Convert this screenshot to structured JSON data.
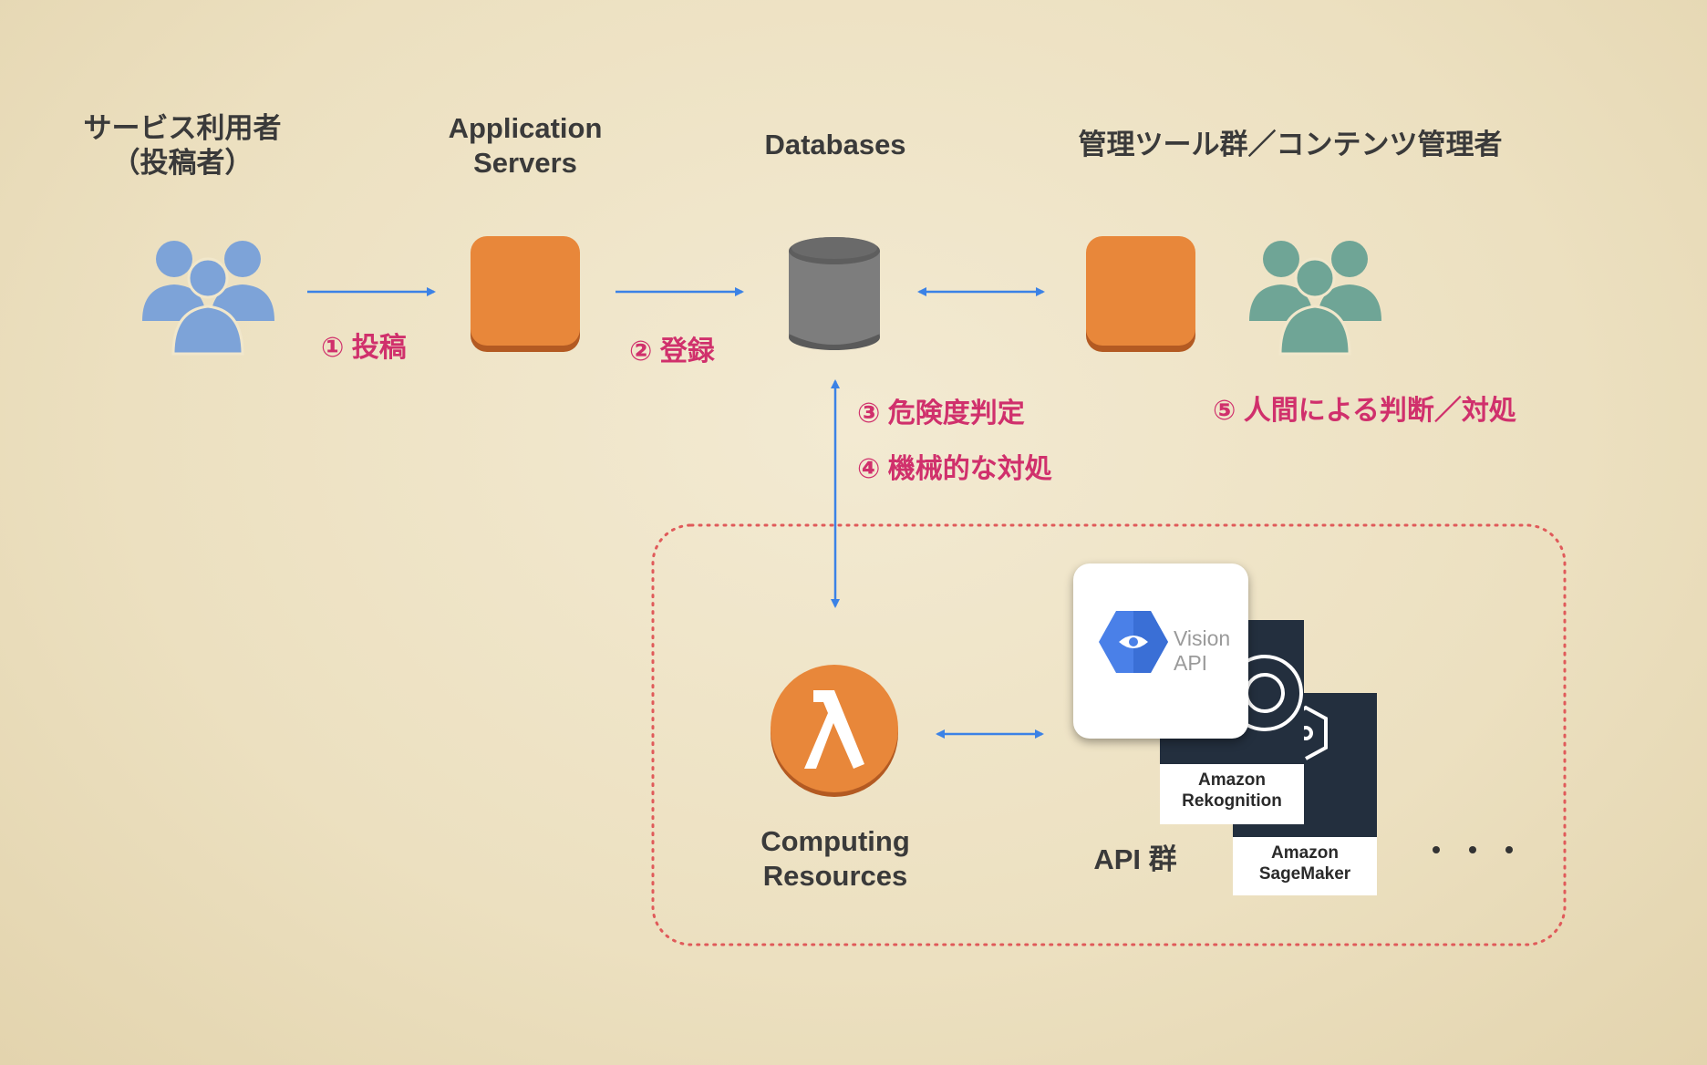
{
  "actors": {
    "service_users": {
      "label": "サービス利用者\n（投稿者）",
      "icon": "users-group-icon",
      "color": "#7da3d8"
    },
    "app_servers": {
      "label": "Application\nServers",
      "icon": "server-box-icon",
      "color": "#e8873a"
    },
    "databases": {
      "label": "Databases",
      "icon": "database-cylinder-icon",
      "color": "#7a7a7a"
    },
    "admin_tools": {
      "label": "管理ツール群／コンテンツ管理者",
      "icon": "server-box-icon",
      "color": "#e8873a"
    },
    "content_admins": {
      "icon": "users-group-icon",
      "color": "#6fa596"
    },
    "computing": {
      "label": "Computing\nResources",
      "icon": "lambda-icon",
      "color": "#e8873a"
    }
  },
  "steps": {
    "s1": "① 投稿",
    "s2": "② 登録",
    "s3": "③ 危険度判定",
    "s4": "④ 機械的な対処",
    "s5": "⑤ 人間による判断／対処"
  },
  "api_group": {
    "label": "API 群",
    "vision_line1": "Vision",
    "vision_line2": "API",
    "rekognition": "Amazon\nRekognition",
    "sagemaker": "Amazon\nSageMaker",
    "more": "・・・"
  },
  "colors": {
    "arrow": "#3b82e6",
    "step_text": "#d0306c",
    "dashed_border": "#e05a5a"
  }
}
